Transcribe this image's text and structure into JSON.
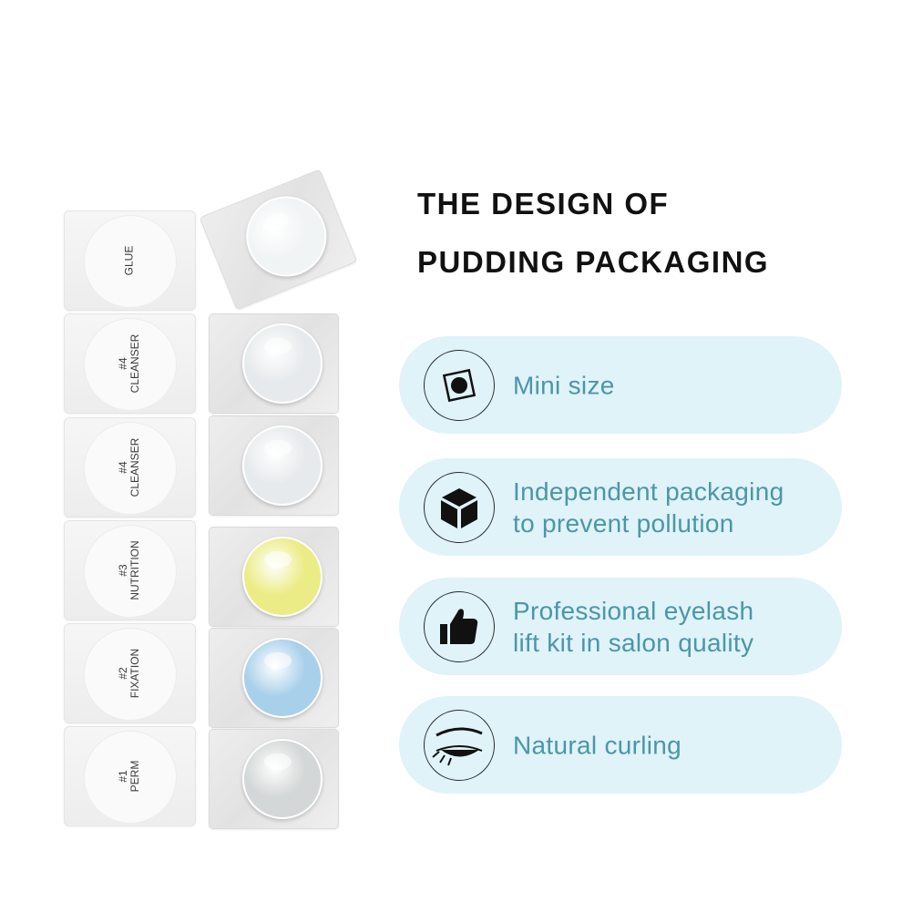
{
  "heading": {
    "line1": "THE DESIGN OF",
    "line2": "PUDDING PACKAGING"
  },
  "sachets": [
    {
      "line1": "GLUE",
      "line2": ""
    },
    {
      "line1": "#4",
      "line2": "CLEANSER"
    },
    {
      "line1": "#4",
      "line2": "CLEANSER"
    },
    {
      "line1": "#3",
      "line2": "NUTRITION"
    },
    {
      "line1": "#2",
      "line2": "FIXATION"
    },
    {
      "line1": "#1",
      "line2": "PERM"
    }
  ],
  "pods": [
    {
      "color": "#f1f4f5",
      "name": "white"
    },
    {
      "color": "#e7eaec",
      "name": "clear"
    },
    {
      "color": "#e7eaec",
      "name": "clear"
    },
    {
      "color": "#ecec86",
      "name": "yellow"
    },
    {
      "color": "#a9d0ea",
      "name": "blue"
    },
    {
      "color": "#d4d7d7",
      "name": "gray"
    }
  ],
  "features": [
    {
      "icon": "square-dot-icon",
      "line1": "Mini size",
      "line2": ""
    },
    {
      "icon": "cube-icon",
      "line1": "Independent packaging",
      "line2": "to prevent pollution"
    },
    {
      "icon": "thumbs-up-icon",
      "line1": "Professional eyelash",
      "line2": "lift kit in salon quality"
    },
    {
      "icon": "eyelash-icon",
      "line1": "Natural curling",
      "line2": ""
    }
  ],
  "colors": {
    "pill_background": "#dff3f9",
    "feature_text": "#4b96a8",
    "heading_text": "#111111"
  }
}
